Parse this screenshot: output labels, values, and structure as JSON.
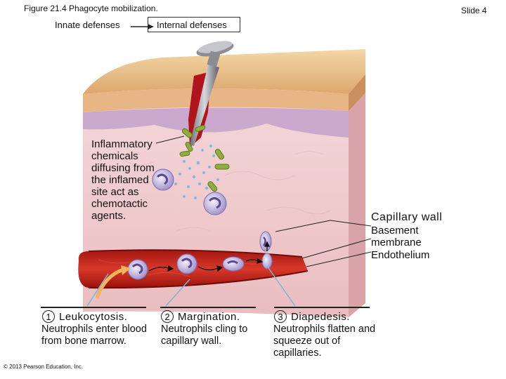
{
  "header": {
    "figure_title": "Figure 21.4 Phagocyte mobilization.",
    "slide_number": "Slide 4"
  },
  "breadcrumb": {
    "items": [
      "Innate defenses",
      "Internal defenses"
    ]
  },
  "labels": {
    "inflammatory": "Inflammatory chemicals diffusing from the inflamed site act as chemotactic agents.",
    "capillary_wall": "Capillary wall",
    "basement_membrane": "Basement membrane",
    "endothelium": "Endothelium"
  },
  "steps": [
    {
      "num": "1",
      "title": "Leukocytosis.",
      "desc": "Neutrophils enter blood from bone marrow."
    },
    {
      "num": "2",
      "title": "Margination.",
      "desc": "Neutrophils cling to capillary wall."
    },
    {
      "num": "3",
      "title": "Diapedesis.",
      "desc": "Neutrophils flatten and squeeze out of capillaries."
    }
  ],
  "copyright": "© 2013 Pearson Education, Inc.",
  "colors": {
    "skin_top": "#e9c08b",
    "tissue": "#f1cfd0",
    "blood_vessel": "#c8281f",
    "neutrophil": "#9a8ac4",
    "bacteria": "#8fae3d",
    "chemical_dots": "#86b6d8",
    "arrow_orange": "#f5b35c",
    "arrow_blue": "#79b6d9"
  }
}
